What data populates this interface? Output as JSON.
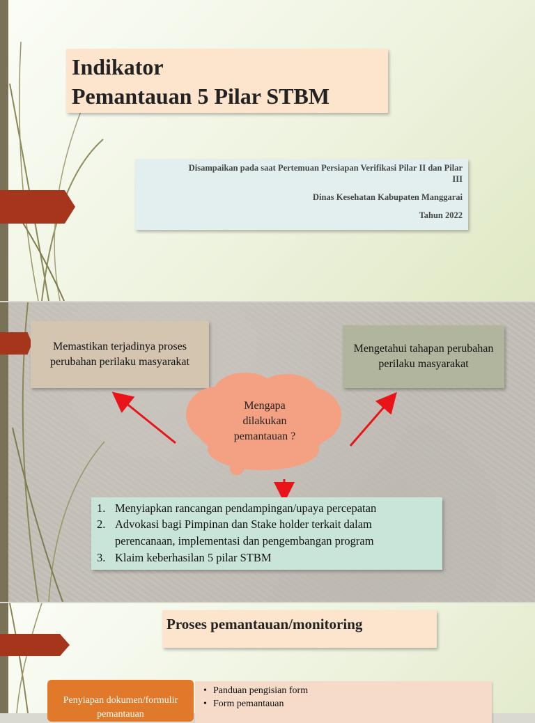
{
  "slide1": {
    "title_line1": "Indikator",
    "title_line2": "Pemantauan 5 Pilar STBM",
    "info_line1a": "Disampaikan pada saat Pertemuan Persiapan Verifikasi Pilar II dan Pilar",
    "info_line1b": "III",
    "info_line2": "Dinas Kesehatan Kabupaten Manggarai",
    "info_line3": "Tahun 2022"
  },
  "slide2": {
    "left_box": "Memastikan terjadinya proses perubahan perilaku masyarakat",
    "right_box": "Mengetahui tahapan perubahan perilaku masyarakat",
    "cloud_line1": "Mengapa",
    "cloud_line2": "dilakukan",
    "cloud_line3": "pemantauan ?",
    "list": [
      {
        "num": "1.",
        "line1": "Menyiapkan rancangan pendampingan/upaya percepatan"
      },
      {
        "num": "2.",
        "line1": "Advokasi bagi Pimpinan dan Stake holder terkait dalam",
        "line2": "perencanaan, implementasi dan pengembangan program"
      },
      {
        "num": "3.",
        "line1": "Klaim keberhasilan 5 pilar STBM"
      }
    ]
  },
  "slide3": {
    "title": "Proses pemantauan/monitoring",
    "left_line1": "Penyiapan dokumen/formulir",
    "left_line2": "pemantauan",
    "bullets": [
      "Panduan pengisian form",
      "Form pemantauan"
    ]
  },
  "colors": {
    "accent_tag": "#a5361c",
    "title_fill": "#fde5cd",
    "cloud_fill": "#f4a082",
    "arrow_red": "#e8141a",
    "list_fill": "#c9e5da",
    "orange_box": "#e0792a"
  }
}
